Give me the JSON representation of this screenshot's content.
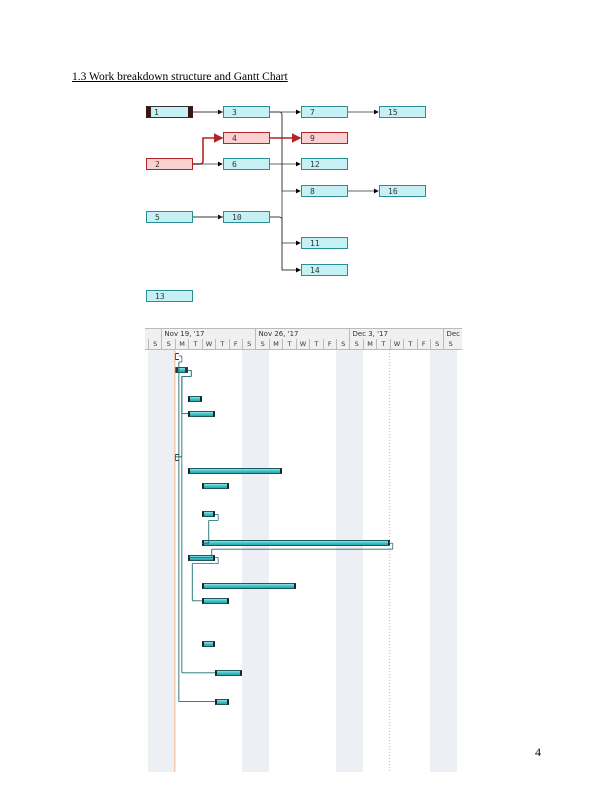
{
  "heading": "1.3 Work breakdown structure and Gantt Chart",
  "page_number": "4",
  "network": {
    "nodes": [
      {
        "id": "1",
        "col": 0,
        "row": 0,
        "style": "sel"
      },
      {
        "id": "3",
        "col": 1,
        "row": 0,
        "style": "normal"
      },
      {
        "id": "7",
        "col": 2,
        "row": 0,
        "style": "normal"
      },
      {
        "id": "15",
        "col": 3,
        "row": 0,
        "style": "normal"
      },
      {
        "id": "4",
        "col": 1,
        "row": 1,
        "style": "crit"
      },
      {
        "id": "9",
        "col": 2,
        "row": 1,
        "style": "crit"
      },
      {
        "id": "2",
        "col": 0,
        "row": 2,
        "style": "crit"
      },
      {
        "id": "6",
        "col": 1,
        "row": 2,
        "style": "normal"
      },
      {
        "id": "12",
        "col": 2,
        "row": 2,
        "style": "normal"
      },
      {
        "id": "8",
        "col": 2,
        "row": 3,
        "style": "normal"
      },
      {
        "id": "16",
        "col": 3,
        "row": 3,
        "style": "normal"
      },
      {
        "id": "5",
        "col": 0,
        "row": 4,
        "style": "normal"
      },
      {
        "id": "10",
        "col": 1,
        "row": 4,
        "style": "normal"
      },
      {
        "id": "11",
        "col": 2,
        "row": 5,
        "style": "normal"
      },
      {
        "id": "14",
        "col": 2,
        "row": 6,
        "style": "normal"
      },
      {
        "id": "13",
        "col": 0,
        "row": 7,
        "style": "normal"
      }
    ],
    "links": [
      {
        "from": "1",
        "to": "3"
      },
      {
        "from": "2",
        "to": "4",
        "critical": true
      },
      {
        "from": "2",
        "to": "6"
      },
      {
        "from": "1",
        "to": "8"
      },
      {
        "from": "3",
        "to": "7"
      },
      {
        "from": "4",
        "to": "9",
        "critical": true
      },
      {
        "from": "6",
        "to": "12"
      },
      {
        "from": "3",
        "to": "14"
      },
      {
        "from": "7",
        "to": "15"
      },
      {
        "from": "8",
        "to": "16"
      },
      {
        "from": "5",
        "to": "10"
      },
      {
        "from": "5",
        "to": "11"
      },
      {
        "from": "5",
        "to": "14"
      }
    ],
    "colors": {
      "normal": "#c6f1f4",
      "critical": "#fbd0d0",
      "critical_line": "#b3242a"
    }
  },
  "gantt": {
    "weeks": [
      "Nov 19, '17",
      "Nov 26, '17",
      "Dec 3, '17",
      "Dec"
    ],
    "days": [
      "S",
      "S",
      "M",
      "T",
      "W",
      "T",
      "F",
      "S",
      "S",
      "M",
      "T",
      "W",
      "T",
      "F",
      "S",
      "S",
      "M",
      "T",
      "W",
      "T",
      "F",
      "S",
      "S"
    ],
    "chart_data": {
      "type": "gantt",
      "origin_date": "2017-11-18",
      "today_date": "2017-11-20",
      "status_date": "2017-12-06",
      "tasks": [
        {
          "row": 0,
          "start": "2017-11-20",
          "days": 0,
          "kind": "summary"
        },
        {
          "row": 1,
          "start": "2017-11-20",
          "days": 1,
          "kind": "dark"
        },
        {
          "row": 3,
          "start": "2017-11-21",
          "days": 1,
          "kind": "task"
        },
        {
          "row": 4,
          "start": "2017-11-21",
          "days": 2,
          "kind": "task"
        },
        {
          "row": 7,
          "start": "2017-11-20",
          "days": 0,
          "kind": "summary"
        },
        {
          "row": 8,
          "start": "2017-11-21",
          "days": 7,
          "kind": "task"
        },
        {
          "row": 9,
          "start": "2017-11-22",
          "days": 2,
          "kind": "task"
        },
        {
          "row": 11,
          "start": "2017-11-22",
          "days": 1,
          "kind": "task"
        },
        {
          "row": 13,
          "start": "2017-11-22",
          "days": 14,
          "kind": "task"
        },
        {
          "row": 14,
          "start": "2017-11-21",
          "days": 2,
          "kind": "task"
        },
        {
          "row": 16,
          "start": "2017-11-22",
          "days": 7,
          "kind": "task"
        },
        {
          "row": 17,
          "start": "2017-11-22",
          "days": 2,
          "kind": "task"
        },
        {
          "row": 20,
          "start": "2017-11-22",
          "days": 1,
          "kind": "task"
        },
        {
          "row": 22,
          "start": "2017-11-23",
          "days": 2,
          "kind": "task"
        },
        {
          "row": 24,
          "start": "2017-11-23",
          "days": 1,
          "kind": "task"
        }
      ],
      "links": [
        [
          1,
          3
        ],
        [
          1,
          4
        ],
        [
          0,
          14
        ],
        [
          7,
          8
        ],
        [
          8,
          9
        ],
        [
          9,
          11
        ],
        [
          4,
          13
        ],
        [
          3,
          16
        ],
        [
          4,
          17
        ],
        [
          8,
          20
        ],
        [
          11,
          22
        ],
        [
          13,
          24
        ]
      ]
    }
  }
}
